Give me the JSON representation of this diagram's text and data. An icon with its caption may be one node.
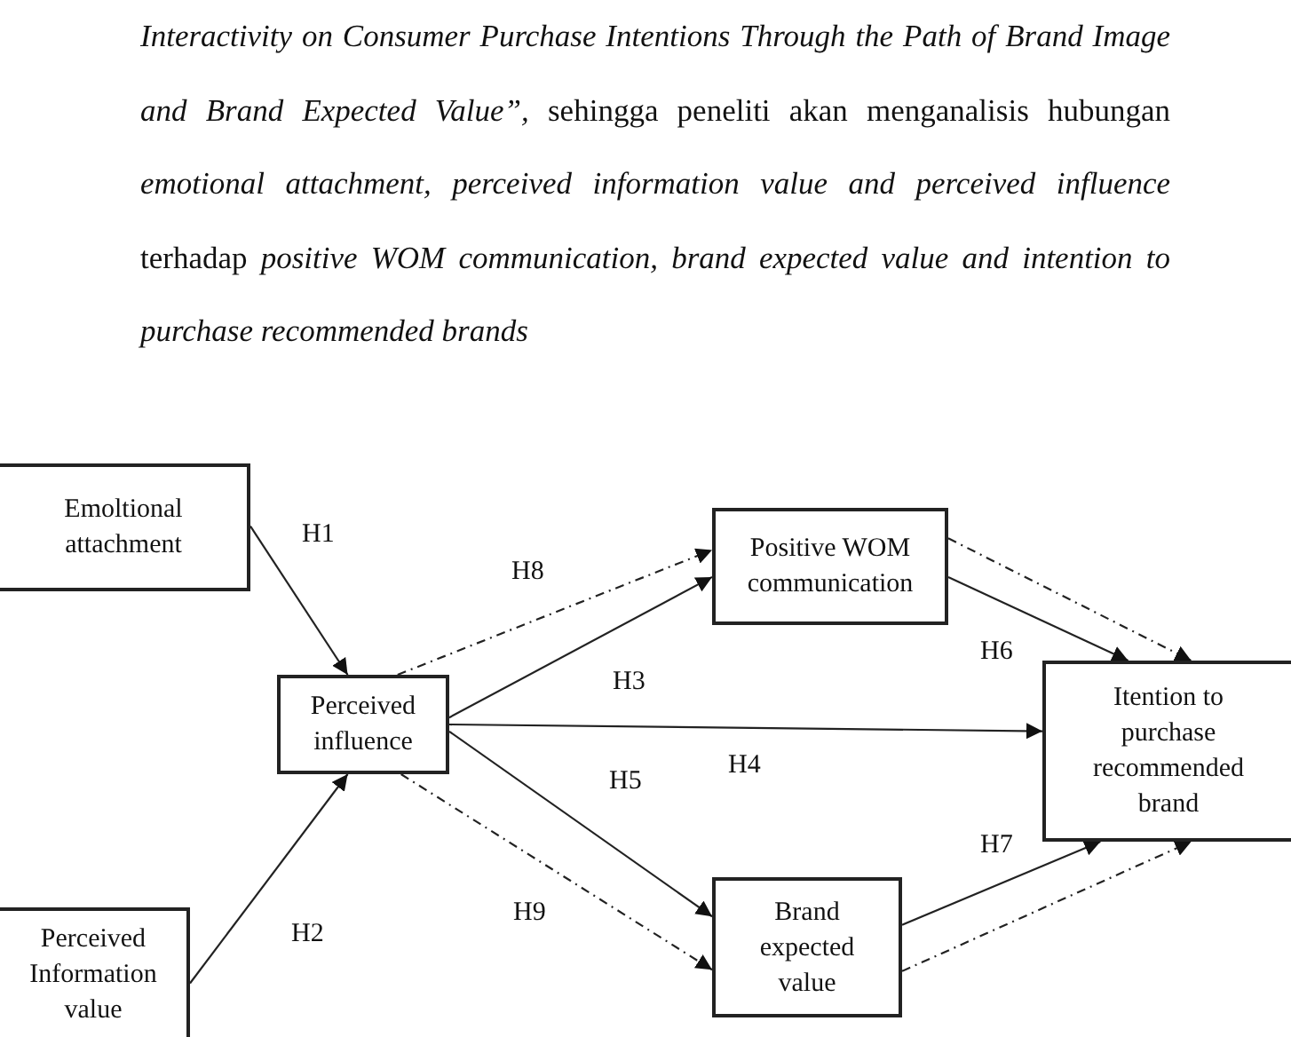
{
  "diagram": {
    "nodes": [
      {
        "text": [
          "Emoltional attachment"
        ]
      },
      {
        "text": [
          "Perceived influence"
        ]
      },
      {
        "text": [
          "Perceived Information value"
        ]
      },
      {
        "text": [
          "Positive WOM communication"
        ]
      },
      {
        "text": [
          "Itention to purchase recommended brand"
        ]
      },
      {
        "text": [
          "Brand expected value"
        ]
      }
    ],
    "edges": [
      {
        "from": 0,
        "to": 1,
        "arrow": "to",
        "label": "H1"
      },
      {
        "from": 2,
        "to": 1,
        "arrow": "to",
        "label": "H2"
      },
      {
        "from": 1,
        "to": 3,
        "arrow": "to",
        "label": "H8",
        "style": "dashed"
      },
      {
        "from": 1,
        "to": 3,
        "arrow": "to",
        "label": "H3"
      },
      {
        "from": 1,
        "to": 4,
        "arrow": "to",
        "label": "H4"
      },
      {
        "from": 1,
        "to": 5,
        "arrow": "to",
        "label": "H5"
      },
      {
        "from": 1,
        "to": 5,
        "arrow": "to",
        "label": "H9",
        "style": "dashed"
      },
      {
        "from": 3,
        "to": 4,
        "arrow": "to",
        "label": "H6"
      },
      {
        "from": 3,
        "to": 4,
        "arrow": "to",
        "style": "dashed"
      },
      {
        "from": 5,
        "to": 4,
        "arrow": "to",
        "label": "H7"
      },
      {
        "from": 5,
        "to": 4,
        "arrow": "to",
        "style": "dashed"
      }
    ],
    "labels": [
      "*Interactivity on Consumer Purchase Intentions Through the Path of Brand Image and Brand Expected Value”,* sehingga peneliti akan menganalisis hubungan *emotional attachment, perceived information value and perceived influence* terhadap *positive WOM communication, brand expected value and intention to purchase recommended brands*"
    ]
  }
}
